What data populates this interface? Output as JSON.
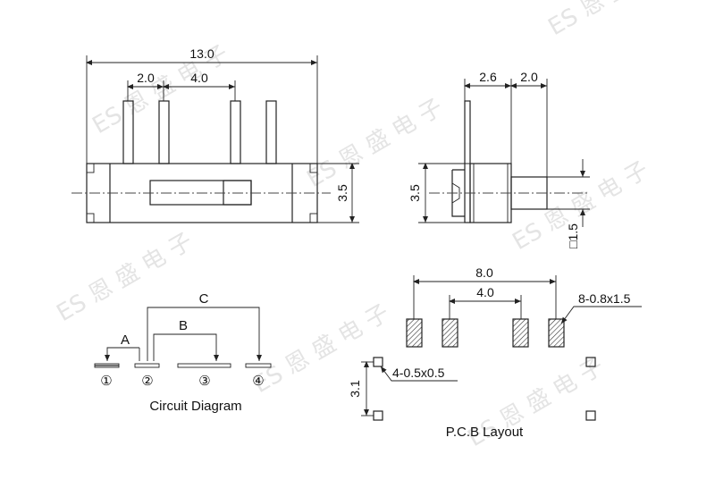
{
  "dimensions": {
    "front_width": "13.0",
    "front_pin_pitch_small": "2.0",
    "front_pin_pitch_large": "4.0",
    "front_height": "3.5",
    "side_body": "2.6",
    "side_actuator": "2.0",
    "side_height": "3.5",
    "side_actuator_size": "□1.5",
    "pcb_span": "8.0",
    "pcb_inner": "4.0",
    "pcb_pad_spec": "8-0.8x1.5",
    "pcb_mount_spec": "4-0.5x0.5",
    "pcb_mount_spacing": "3.1"
  },
  "circuit": {
    "label_a": "A",
    "label_b": "B",
    "label_c": "C",
    "pin1": "①",
    "pin2": "②",
    "pin3": "③",
    "pin4": "④",
    "caption": "Circuit Diagram"
  },
  "pcb": {
    "caption": "P.C.B Layout"
  },
  "watermark": "ES 恩 盛 电 子"
}
